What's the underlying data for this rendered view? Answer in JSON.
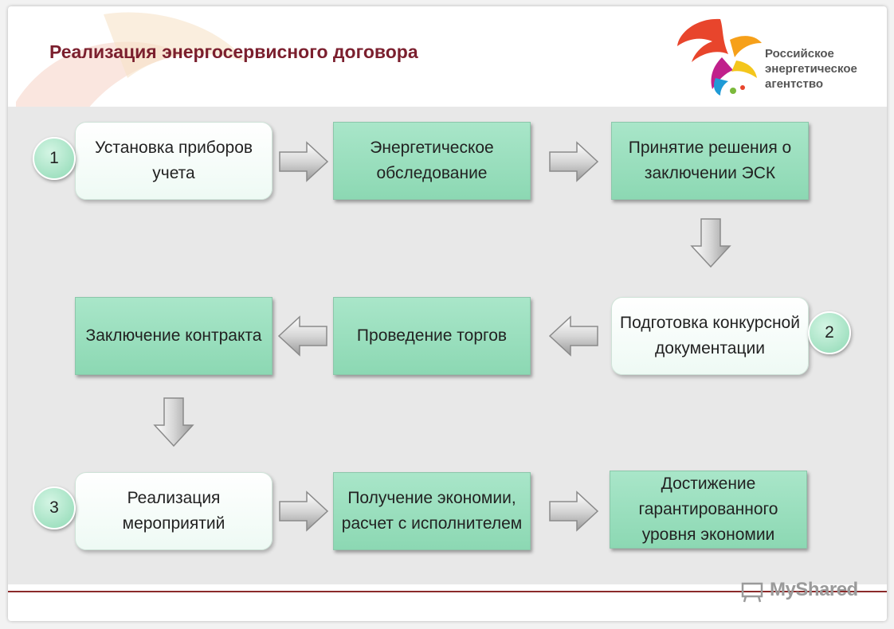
{
  "title": "Реализация энергосервисного договора",
  "logo": {
    "line1": "Российское",
    "line2": "энергетическое",
    "line3": "агентство"
  },
  "steps": {
    "s1": "Установка приборов учета",
    "s2": "Энергетическое обследование",
    "s3": "Принятие решения о заключении ЭСК",
    "s4": "Подготовка конкурсной документации",
    "s5": "Проведение торгов",
    "s6": "Заключение контракта",
    "s7": "Реализация мероприятий",
    "s8": "Получение экономии, расчет с исполнителем",
    "s9": "Достижение гарантированного уровня экономии"
  },
  "badges": {
    "b1": "1",
    "b2": "2",
    "b3": "3"
  },
  "watermark": "MyShared"
}
